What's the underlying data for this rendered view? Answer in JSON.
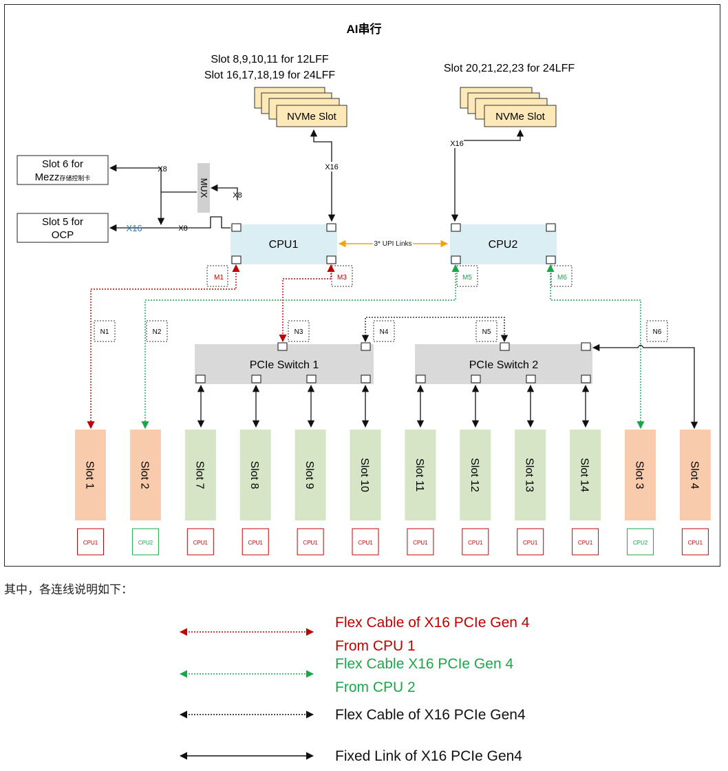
{
  "title": "AI串行",
  "nvme_groups": [
    {
      "caption_lines": [
        "Slot 8,9,10,11 for 12LFF",
        "Slot 16,17,18,19 for 24LFF"
      ],
      "label": "NVMe Slot",
      "ghost_label": "NVMe Slot",
      "link": "X16"
    },
    {
      "caption_lines": [
        "Slot 20,21,22,23 for 24LFF"
      ],
      "label": "NVMe Slot",
      "ghost_label": "NVMe Slot",
      "link": "X16"
    }
  ],
  "slot6": {
    "lines": [
      "Slot 6 for",
      "Mezz"
    ],
    "suffix": "存储控制卡"
  },
  "slot5": {
    "lines": [
      "Slot 5 for",
      "OCP"
    ]
  },
  "mux": "MUX",
  "links": {
    "x8_top": "X8",
    "x8_mux": "X8",
    "x8_ocp": "X8",
    "x16_ocp": "X16"
  },
  "cpu1": "CPU1",
  "cpu2": "CPU2",
  "upi": "3* UPI Links",
  "markers": {
    "m1": "M1",
    "m3": "M3",
    "m5": "M5",
    "m6": "M6",
    "n1": "N1",
    "n2": "N2",
    "n3": "N3",
    "n4": "N4",
    "n5": "N5",
    "n6": "N6"
  },
  "switch1": "PCIe Switch 1",
  "switch2": "PCIe Switch 2",
  "slots": [
    {
      "label": "Slot 1",
      "cpu": "CPU1",
      "kind": "orange"
    },
    {
      "label": "Slot 2",
      "cpu": "CPU2",
      "kind": "orange"
    },
    {
      "label": "Slot 7",
      "cpu": "CPU1",
      "kind": "green"
    },
    {
      "label": "Slot 8",
      "cpu": "CPU1",
      "kind": "green"
    },
    {
      "label": "Slot 9",
      "cpu": "CPU1",
      "kind": "green"
    },
    {
      "label": "Slot 10",
      "cpu": "CPU1",
      "kind": "green"
    },
    {
      "label": "Slot 11",
      "cpu": "CPU1",
      "kind": "green"
    },
    {
      "label": "Slot 12",
      "cpu": "CPU1",
      "kind": "green"
    },
    {
      "label": "Slot 13",
      "cpu": "CPU1",
      "kind": "green"
    },
    {
      "label": "Slot 14",
      "cpu": "CPU1",
      "kind": "green"
    },
    {
      "label": "Slot 3",
      "cpu": "CPU2",
      "kind": "orange"
    },
    {
      "label": "Slot 4",
      "cpu": "CPU1",
      "kind": "orange"
    }
  ],
  "caption": "其中，各连线说明如下：",
  "legend": [
    {
      "lines": [
        "Flex Cable of X16 PCIe Gen 4",
        "From CPU 1"
      ],
      "color": "#c00000",
      "style": "dotted"
    },
    {
      "lines": [
        "Flex Cable X16 PCIe Gen 4",
        "From CPU 2"
      ],
      "color": "#1aa64a",
      "style": "dotted"
    },
    {
      "lines": [
        "Flex Cable of X16 PCIe Gen4"
      ],
      "color": "#111111",
      "style": "dotted"
    },
    {
      "lines": [
        "Fixed Link of X16 PCIe Gen4"
      ],
      "color": "#111111",
      "style": "solid"
    }
  ],
  "colors": {
    "cpu_fill": "#dbeef4",
    "switch_fill": "#d9d9d9",
    "nvme_fill": "#fde8b8",
    "slot_orange": "#f8cbad",
    "slot_green": "#d5e5c5",
    "red": "#c00000",
    "green": "#1aa64a",
    "blue_text": "#2e75b6",
    "upi": "#f0a30a"
  }
}
